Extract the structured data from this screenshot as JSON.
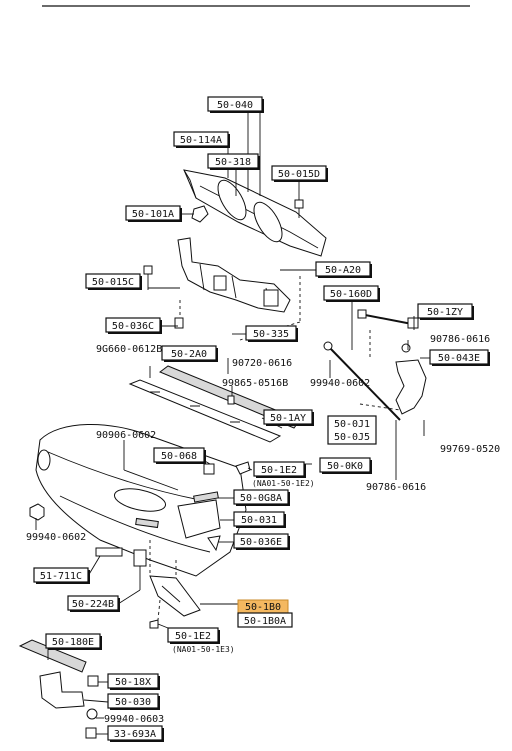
{
  "colors": {
    "background": "#ffffff",
    "ink": "#111111",
    "highlight": "#f4b860"
  },
  "boxed_labels": {
    "l_50_040": "50-040",
    "l_50_114A": "50-114A",
    "l_50_318": "50-318",
    "l_50_015D": "50-015D",
    "l_50_101A": "50-101A",
    "l_50_A20": "50-A20",
    "l_50_015C": "50-015C",
    "l_50_160D": "50-160D",
    "l_50_1ZY": "50-1ZY",
    "l_50_036C": "50-036C",
    "l_50_335": "50-335",
    "l_50_2A0": "50-2A0",
    "l_50_043E": "50-043E",
    "l_50_1AY": "50-1AY",
    "l_50_0J1": "50-0J1",
    "l_50_0J5": "50-0J5",
    "l_50_068": "50-068",
    "l_50_1E2_top": "50-1E2",
    "l_50_0K0": "50-0K0",
    "l_50_0G8A": "50-0G8A",
    "l_50_031": "50-031",
    "l_50_036E": "50-036E",
    "l_51_711C": "51-711C",
    "l_50_224B": "50-224B",
    "l_50_1B0": "50-1B0",
    "l_50_1B0A": "50-1B0A",
    "l_50_1E2_bottom": "50-1E2",
    "l_50_180E": "50-180E",
    "l_50_18X": "50-18X",
    "l_50_030": "50-030",
    "l_33_693A": "33-693A"
  },
  "plain_labels": {
    "p_90786_0616_a": "90786-0616",
    "p_9G660_0612B": "9G660-0612B",
    "p_90720_0616": "90720-0616",
    "p_99865_0516B": "99865-0516B",
    "p_99940_0602_a": "99940-0602",
    "p_99769_0520": "99769-0520",
    "p_90906_0602": "90906-0602",
    "p_90786_0616_b": "90786-0616",
    "p_99940_0602_b": "99940-0602",
    "p_99940_0603": "99940-0603"
  },
  "notes": {
    "na01_top": "(NA01-50-1E2)",
    "na01_bottom": "(NA01-50-1E3)"
  },
  "highlighted_part": "50-1B0"
}
